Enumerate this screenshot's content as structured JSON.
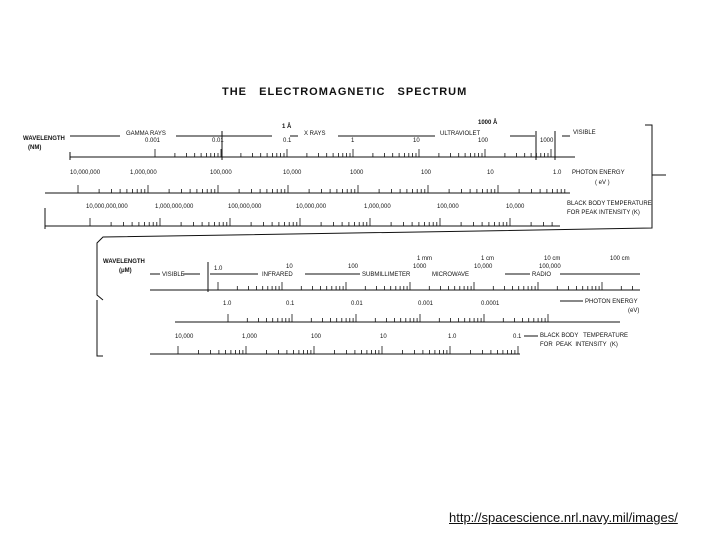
{
  "title": "THE   ELECTROMAGNETIC   SPECTRUM",
  "upper": {
    "row_label_lines": [
      "WAVELENGTH",
      "(NM)"
    ],
    "region_labels": {
      "gamma": "GAMMA  RAYS",
      "xray": "X RAYS",
      "uv": "ULTRAVIOLET",
      "visible": "VISIBLE",
      "angstrom": "1 Å",
      "thousand_angstrom": "1000 Å"
    },
    "wavelength_ticks": [
      "0.001",
      "0.01",
      "0.1",
      "1",
      "10",
      "100",
      "1000"
    ],
    "photon_energy_ticks": [
      "10,000,000",
      "1,000,000",
      "100,000",
      "10,000",
      "1000",
      "100",
      "10",
      "1.0"
    ],
    "photon_energy_label_lines": [
      "PHOTON ENERGY",
      "( eV )"
    ],
    "temperature_ticks": [
      "10,000,000,000",
      "1,000,000,000",
      "100,000,000",
      "10,000,000",
      "1,000,000",
      "100,000",
      "10,000"
    ],
    "temperature_label_lines": [
      "BLACK BODY  TEMPERATURE",
      "FOR PEAK INTENSITY  (K)"
    ]
  },
  "lower": {
    "row_label_lines": [
      "WAVELENGTH",
      "(μM)"
    ],
    "region_labels": {
      "visible": "VISIBLE",
      "infrared": "INFRARED",
      "submillimeter": "SUBMILLIMETER",
      "microwave": "MICROWAVE",
      "radio": "RADIO"
    },
    "wavelength_ticks": [
      "1.0",
      "10",
      "100",
      "1000",
      "10,000",
      "100,000"
    ],
    "unit_marks": [
      "1 mm",
      "1 cm",
      "10 cm",
      "100 cm"
    ],
    "photon_energy_ticks": [
      "1.0",
      "0.1",
      "0.01",
      "0.001",
      "0.0001"
    ],
    "photon_energy_label_lines": [
      "PHOTON ENERGY",
      "(eV)"
    ],
    "temperature_ticks": [
      "10,000",
      "1,000",
      "100",
      "10",
      "1.0",
      "0.1"
    ],
    "temperature_label_lines": [
      "BLACK BODY   TEMPERATURE",
      "FOR  PEAK  INTENSITY  (K)"
    ]
  },
  "source_url": "http://spacescience.nrl.navy.mil/images/"
}
